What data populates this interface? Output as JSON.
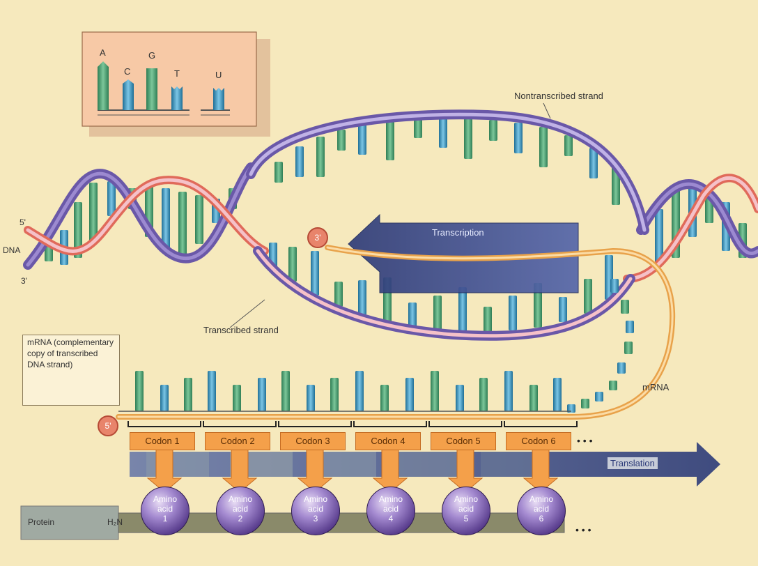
{
  "legend": {
    "bases": [
      "A",
      "C",
      "G",
      "T",
      "U"
    ]
  },
  "labels": {
    "nontranscribed": "Nontranscribed strand",
    "transcribed": "Transcribed strand",
    "transcription": "Transcription",
    "dna": "DNA",
    "five_prime_dna": "5'",
    "three_prime_dna": "3'",
    "three_prime_mrna": "3'",
    "five_prime_mrna": "5'",
    "mrna": "mRNA",
    "mrna_box": "mRNA (complementary copy of transcribed DNA strand)",
    "translation": "Translation",
    "protein": "Protein",
    "h2n": "H₂N",
    "ellipsis": "• • •"
  },
  "codons": [
    "Codon 1",
    "Codon 2",
    "Codon 3",
    "Codon 4",
    "Codon 5",
    "Codon 6"
  ],
  "amino_acids": [
    {
      "line1": "Amino",
      "line2": "acid",
      "num": "1"
    },
    {
      "line1": "Amino",
      "line2": "acid",
      "num": "2"
    },
    {
      "line1": "Amino",
      "line2": "acid",
      "num": "3"
    },
    {
      "line1": "Amino",
      "line2": "acid",
      "num": "4"
    },
    {
      "line1": "Amino",
      "line2": "acid",
      "num": "5"
    },
    {
      "line1": "Amino",
      "line2": "acid",
      "num": "6"
    }
  ],
  "colors": {
    "background": "#f3e4b4",
    "base_green": "#5aa77a",
    "base_blue": "#4aa0c8",
    "strand_purple": "#6a58a8",
    "strand_pink": "#e89ab0",
    "strand_red": "#e06a5a",
    "mrna_orange": "#e8a24a",
    "arrow_blue": "#3c4f8c",
    "amino_purple": "#6a4e9e"
  }
}
